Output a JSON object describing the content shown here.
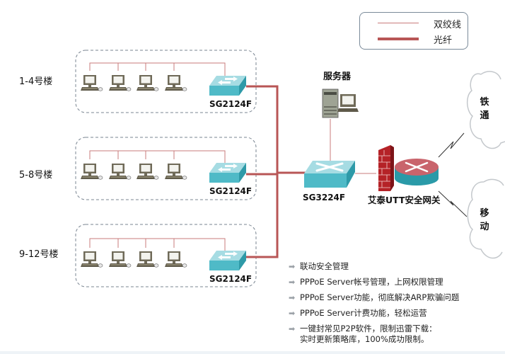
{
  "legend": {
    "items": [
      {
        "label": "双绞线",
        "style": "thin",
        "color": "#c97b7b"
      },
      {
        "label": "光纤",
        "style": "thick",
        "color": "#b85a5a"
      }
    ]
  },
  "colors": {
    "twisted_pair": "#c97b7b",
    "fiber": "#b85656",
    "switch_top": "#9fd8e0",
    "switch_side": "#3fb0bf",
    "group_border": "#7a8591"
  },
  "buildings": [
    {
      "label": "1-4号楼",
      "switch": "SG2124F",
      "pcs": 4
    },
    {
      "label": "5-8号楼",
      "switch": "SG2124F",
      "pcs": 4
    },
    {
      "label": "9-12号楼",
      "switch": "SG2124F",
      "pcs": 4
    }
  ],
  "core_switch": {
    "label": "SG3224F"
  },
  "server": {
    "label": "服务器"
  },
  "gateway": {
    "label": "艾泰UTT安全网关"
  },
  "isps": [
    {
      "label_line1": "铁",
      "label_line2": "通"
    },
    {
      "label_line1": "移",
      "label_line2": "动"
    }
  ],
  "features": [
    "联动安全管理",
    "PPPoE Server帐号管理，上网权限管理",
    "PPPoE Server功能，彻底解决ARP欺骗问题",
    "PPPoE Server计费功能，轻松运营",
    "一键封常见P2P软件，限制迅雷下载：",
    "实时更新策略库，100%成功限制。"
  ],
  "feature_bullet_icon": "arrow-right-icon"
}
